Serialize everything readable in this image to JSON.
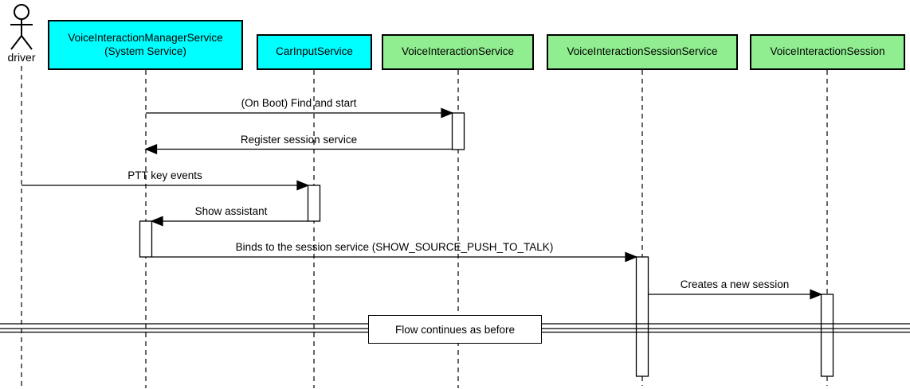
{
  "diagram": {
    "type": "uml-sequence-diagram",
    "actor": {
      "name": "driver"
    },
    "participants": [
      {
        "id": "voice-interaction-manager-service",
        "label": "VoiceInteractionManagerService\n(System Service)",
        "color": "#00FFFF"
      },
      {
        "id": "car-input-service",
        "label": "CarInputService",
        "color": "#00FFFF"
      },
      {
        "id": "voice-interaction-service",
        "label": "VoiceInteractionService",
        "color": "#90EE90"
      },
      {
        "id": "voice-interaction-session-service",
        "label": "VoiceInteractionSessionService",
        "color": "#90EE90"
      },
      {
        "id": "voice-interaction-session",
        "label": "VoiceInteractionSession",
        "color": "#90EE90"
      }
    ],
    "messages": [
      {
        "label": "(On Boot) Find and start",
        "from": "VoiceInteractionManagerService",
        "to": "VoiceInteractionService"
      },
      {
        "label": "Register session service",
        "from": "VoiceInteractionService",
        "to": "VoiceInteractionManagerService"
      },
      {
        "label": "PTT key events",
        "from": "driver",
        "to": "CarInputService"
      },
      {
        "label": "Show assistant",
        "from": "CarInputService",
        "to": "VoiceInteractionManagerService"
      },
      {
        "label": "Binds to the session service (SHOW_SOURCE_PUSH_TO_TALK)",
        "from": "VoiceInteractionManagerService",
        "to": "VoiceInteractionSessionService"
      },
      {
        "label": "Creates a new session",
        "from": "VoiceInteractionSessionService",
        "to": "VoiceInteractionSession"
      }
    ],
    "divider": {
      "label": "Flow continues as before"
    },
    "colors": {
      "system_box": "#00FFFF",
      "service_box": "#90EE90",
      "border": "#000000",
      "background": "#FFFFFF",
      "line": "#000000"
    }
  }
}
